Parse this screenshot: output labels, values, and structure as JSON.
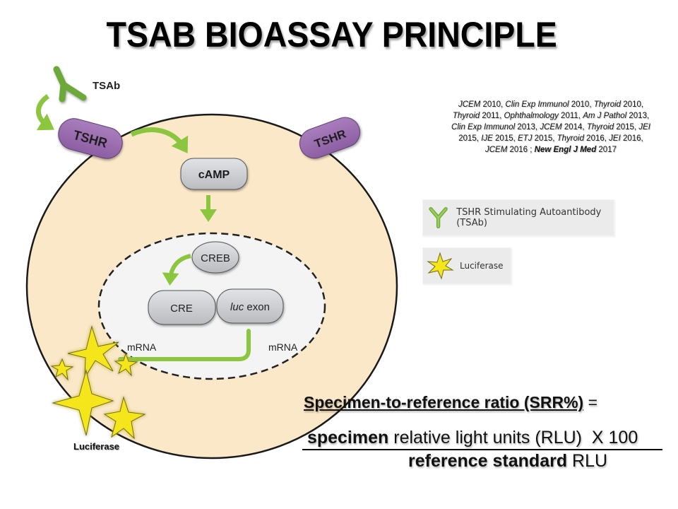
{
  "title": "TSAB BIOASSAY PRINCIPLE",
  "diagram": {
    "tsab_label": "TSAb",
    "tshr_left": "TSHR",
    "tshr_right": "TSHR",
    "camp": "cAMP",
    "creb": "CREB",
    "cre": "CRE",
    "luc_exon_italic": "luc",
    "luc_exon_rest": " exon",
    "mrna_left": "mRNA",
    "mrna_right": "mRNA",
    "luciferase_label": "Luciferase"
  },
  "references": {
    "parts": [
      {
        "text": "JCEM",
        "style": "i"
      },
      {
        "text": " 2010, ",
        "style": ""
      },
      {
        "text": "Clin Exp Immunol",
        "style": "i"
      },
      {
        "text": " 2010, ",
        "style": ""
      },
      {
        "text": "Thyroid",
        "style": "i"
      },
      {
        "text": " 2010, ",
        "style": ""
      },
      {
        "text": "Thyroid",
        "style": "i"
      },
      {
        "text": " 2011, ",
        "style": ""
      },
      {
        "text": "Ophthalmology",
        "style": "i"
      },
      {
        "text": " 2011, ",
        "style": ""
      },
      {
        "text": "Am J Pathol",
        "style": "i"
      },
      {
        "text": " 2013, ",
        "style": ""
      },
      {
        "text": "Clin Exp Immunol",
        "style": "i"
      },
      {
        "text": " 2013, ",
        "style": ""
      },
      {
        "text": "JCEM",
        "style": "i"
      },
      {
        "text": " 2014, ",
        "style": ""
      },
      {
        "text": "Thyroid",
        "style": "i"
      },
      {
        "text": " 2015, ",
        "style": ""
      },
      {
        "text": "JEI",
        "style": "i"
      },
      {
        "text": " 2015, ",
        "style": ""
      },
      {
        "text": "IJE",
        "style": "i"
      },
      {
        "text": " 2015, ",
        "style": ""
      },
      {
        "text": "ETJ",
        "style": "i"
      },
      {
        "text": " 2015, ",
        "style": ""
      },
      {
        "text": "Thyroid",
        "style": "i"
      },
      {
        "text": " 2016, ",
        "style": ""
      },
      {
        "text": "JEI",
        "style": "i"
      },
      {
        "text": " 2016, ",
        "style": ""
      },
      {
        "text": "JCEM",
        "style": "i"
      },
      {
        "text": " 2016 ; ",
        "style": ""
      },
      {
        "text": "New Engl J Med",
        "style": "bi"
      },
      {
        "text": " 2017",
        "style": ""
      }
    ]
  },
  "legend": {
    "tsab": {
      "label": "TSHR Stimulating Autoantibody (TSAb)",
      "icon": "antibody-y-icon"
    },
    "luciferase": {
      "label": "Luciferase",
      "icon": "star-burst-icon"
    }
  },
  "formula": {
    "line1_bold": "Specimen-to-reference ratio (SRR%)",
    "line1_rest": " =",
    "numerator_bold": "specimen",
    "numerator_rest": " relative light units (RLU)  X 100",
    "denominator_bold": "reference standard",
    "denominator_rest": " RLU"
  },
  "colors": {
    "cell": "#fbe8c8",
    "nucleus": "#f4f4f4",
    "receptor": "#9b6db0",
    "node": "#cfd0d3",
    "arrow": "#8cc63f",
    "antibody": "#7ab648",
    "star": "#f5e61a"
  }
}
